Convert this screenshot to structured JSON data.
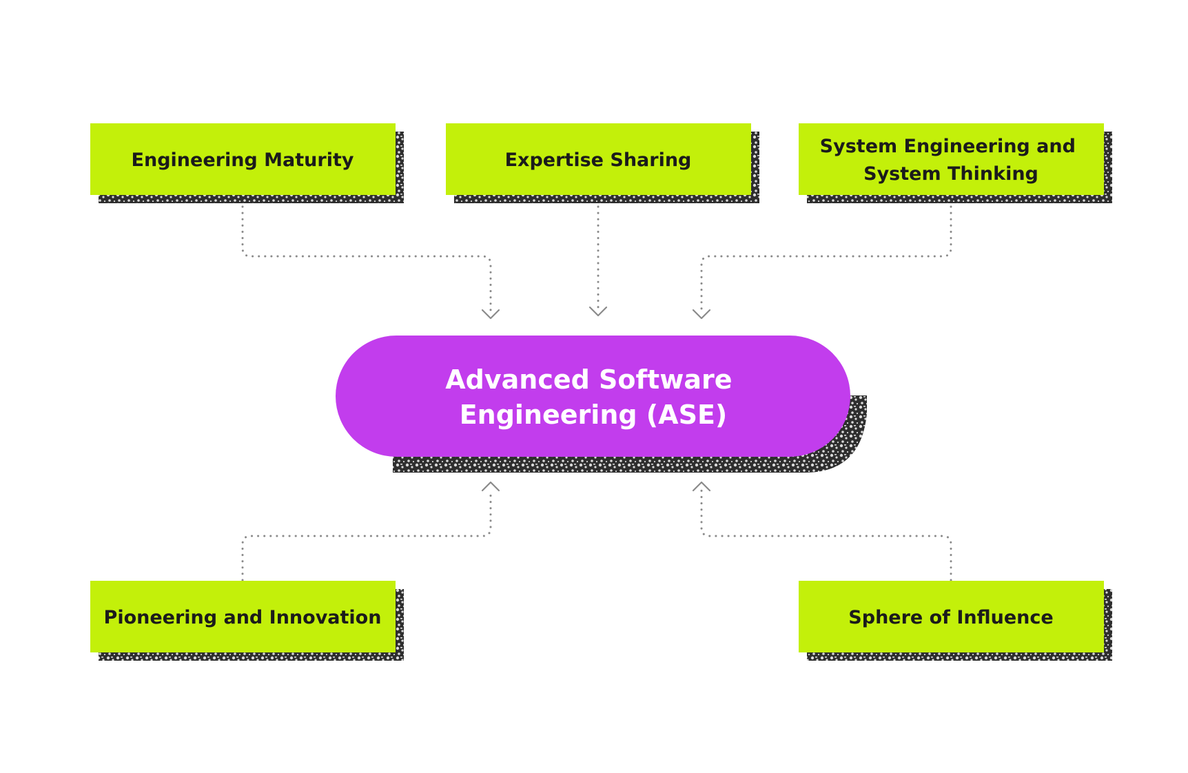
{
  "colors": {
    "background": "#ffffff",
    "node_fill": "#c3f00a",
    "node_text": "#1b1b1b",
    "center_fill": "#c23ded",
    "center_text": "#ffffff",
    "connector": "#8a8a8a",
    "shadow_dark": "#2e2e2e",
    "shadow_light": "#d9d9d9"
  },
  "center": {
    "lines": [
      "Advanced Software",
      "Engineering (ASE)"
    ]
  },
  "nodes": [
    {
      "id": "engineering-maturity",
      "lines": [
        "Engineering Maturity"
      ],
      "direction": "into-center"
    },
    {
      "id": "expertise-sharing",
      "lines": [
        "Expertise Sharing"
      ],
      "direction": "into-center"
    },
    {
      "id": "system-engineering",
      "lines": [
        "System Engineering and",
        "System Thinking"
      ],
      "direction": "into-center"
    },
    {
      "id": "pioneering-innovation",
      "lines": [
        "Pioneering and Innovation"
      ],
      "direction": "into-center"
    },
    {
      "id": "sphere-of-influence",
      "lines": [
        "Sphere of Influence"
      ],
      "direction": "into-center"
    }
  ],
  "icons": {
    "arrow_down": "chevron-down-arrow-icon",
    "arrow_up": "chevron-up-arrow-icon"
  }
}
